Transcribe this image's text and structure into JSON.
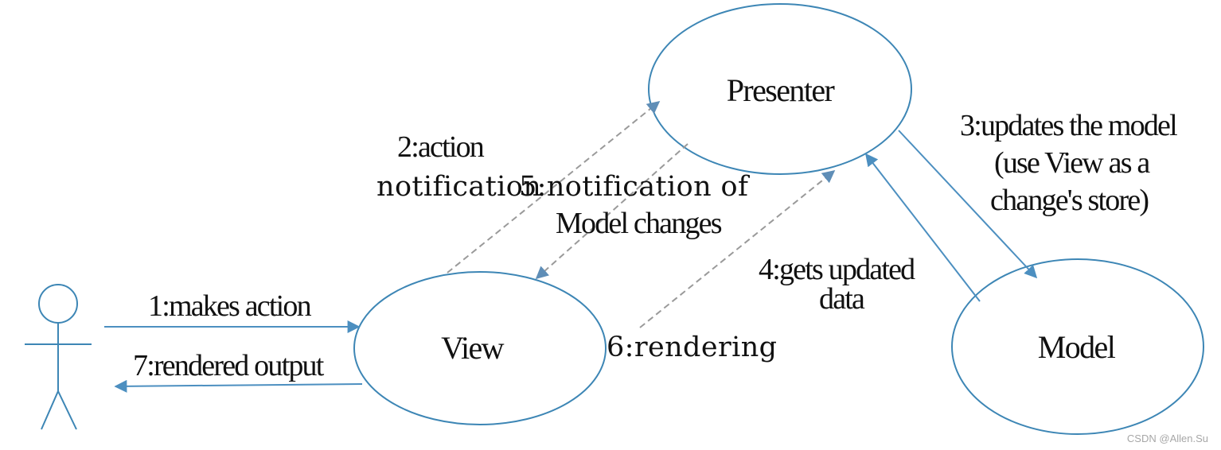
{
  "colors": {
    "node_stroke": "#3d86b5",
    "solid_arrow": "#4c8fc0",
    "dashed_arrow": "#9a9a9a",
    "text": "#111111",
    "watermark": "#a7a7a7"
  },
  "nodes": {
    "presenter": "Presenter",
    "view": "View",
    "model": "Model"
  },
  "edges": {
    "makes_action": "1:makes action",
    "action_notification": {
      "line1": "2:action",
      "line2": "notification"
    },
    "updates_model": {
      "line1": "3:updates the model",
      "line2": "(use View as a",
      "line3": "change's store)"
    },
    "gets_updated_data": {
      "line1": "4:gets updated",
      "line2": "data"
    },
    "model_changes": {
      "line1": "5:notification of",
      "line2": "Model changes"
    },
    "rendering": "6:rendering",
    "rendered_output": "7:rendered output"
  },
  "watermark": "CSDN @Allen.Su"
}
